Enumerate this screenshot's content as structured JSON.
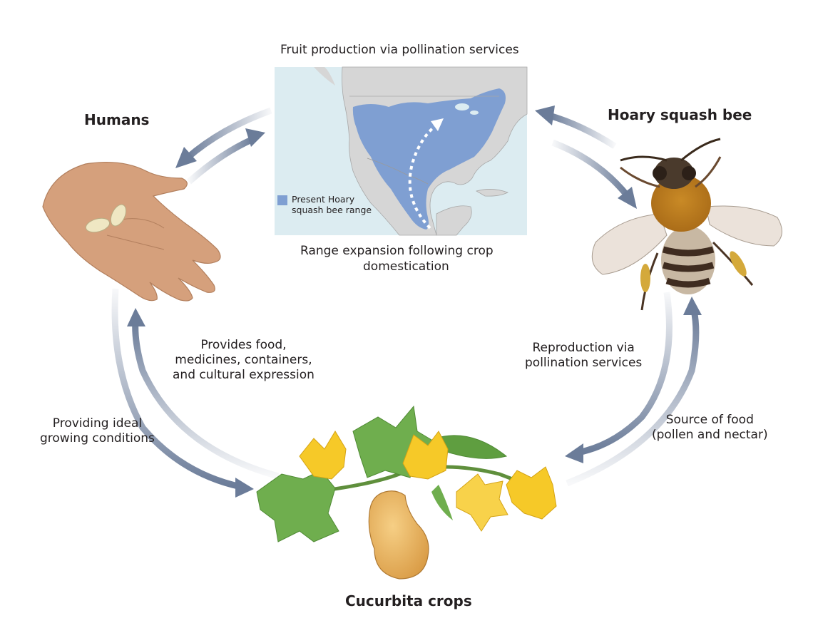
{
  "headings": {
    "humans": "Humans",
    "bee": "Hoary squash bee",
    "crops": "Cucurbita crops"
  },
  "map": {
    "title": "Fruit production via pollination services",
    "caption_line1": "Range expansion following crop",
    "caption_line2": "domestication",
    "legend_line1": "Present Hoary",
    "legend_line2": "squash bee range"
  },
  "edges": {
    "humans_to_crops_line1": "Provides food,",
    "humans_to_crops_line2": "medicines, containers,",
    "humans_to_crops_line3": "and cultural expression",
    "crops_to_humans_line1": "Providing ideal",
    "crops_to_humans_line2": "growing conditions",
    "bee_to_crops_line1": "Reproduction via",
    "bee_to_crops_line2": "pollination services",
    "crops_to_bee_line1": "Source of food",
    "crops_to_bee_line2": "(pollen and nectar)"
  },
  "colors": {
    "arrow": "#6b7c99",
    "range": "#7f9fd2",
    "ocean": "#dcecf1",
    "land": "#d6d6d6",
    "skin": "#d5a07c",
    "flower": "#f6c928",
    "leaf": "#6fae4e",
    "squash": "#e9b05c"
  }
}
